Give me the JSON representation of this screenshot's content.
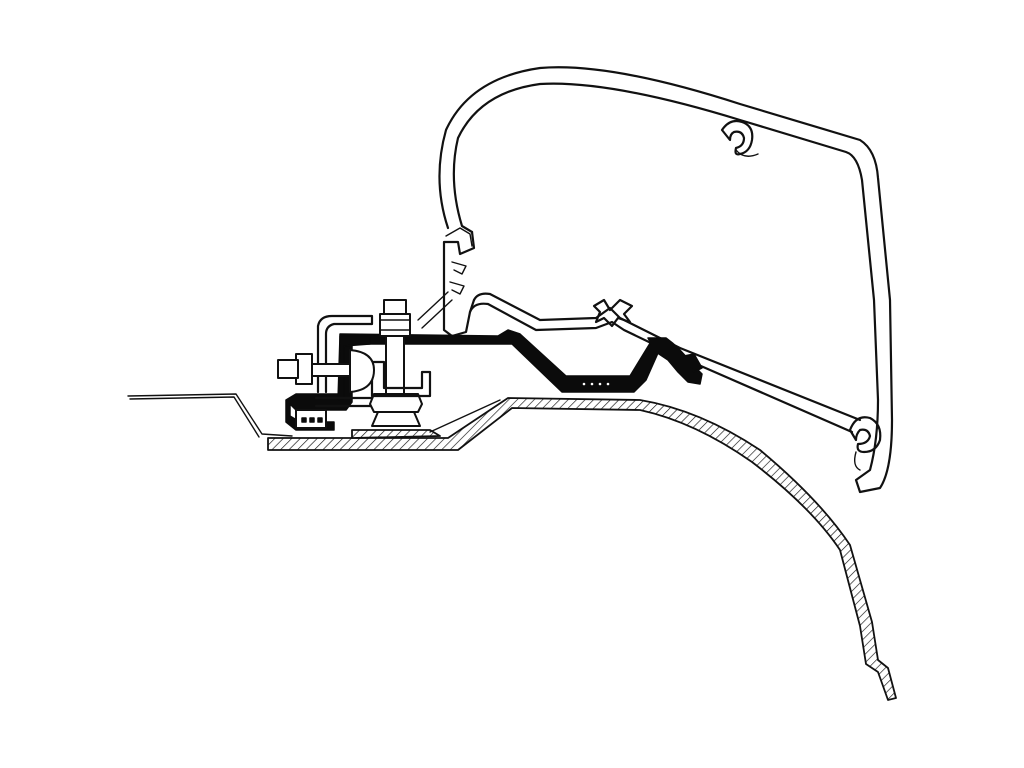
{
  "diagram": {
    "colors": {
      "line": "#111111",
      "solid": "#0b0b0b",
      "background": "#ffffff"
    },
    "parts": [
      "awning-cassette-profile",
      "adapter-bracket",
      "mounting-bolt",
      "vehicle-roof-panel"
    ]
  }
}
